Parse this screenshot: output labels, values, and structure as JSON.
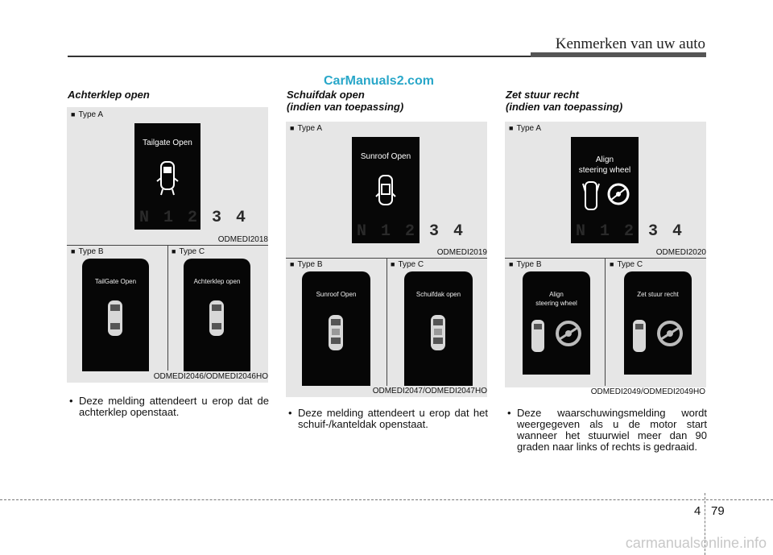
{
  "header": {
    "title": "Kenmerken van uw auto"
  },
  "watermark_top": "CarManuals2.com",
  "watermark_bottom": "carmanualsonline.info",
  "page": {
    "chapter": "4",
    "number": "79"
  },
  "type_labels": {
    "a": "Type A",
    "b": "Type B",
    "c": "Type C"
  },
  "gauge_text": "N 1 2 3 4",
  "sections": [
    {
      "title": "Achterklep open",
      "screen_a": "Tailgate Open",
      "code_a": "ODMEDI2018",
      "screen_b": "TailGate Open",
      "screen_c": "Achterklep open",
      "code_bc": "ODMEDI2046/ODMEDI2046HO",
      "bullet": "Deze melding attendeert u erop dat de achterklep openstaat."
    },
    {
      "title": "Schuifdak open",
      "subtitle": "(indien van toepassing)",
      "screen_a": "Sunroof Open",
      "code_a": "ODMEDI2019",
      "screen_b": "Sunroof Open",
      "screen_c": "Schuifdak open",
      "code_bc": "ODMEDI2047/ODMEDI2047HO",
      "bullet": "Deze melding attendeert u erop dat het schuif-/kanteldak openstaat."
    },
    {
      "title": "Zet stuur recht",
      "subtitle": "(indien van toepassing)",
      "screen_a_line1": "Align",
      "screen_a_line2": "steering wheel",
      "code_a": "ODMEDI2020",
      "screen_b_line1": "Align",
      "screen_b_line2": "steering wheel",
      "screen_c": "Zet stuur recht",
      "code_bc": "ODMEDI2049/ODMEDI2049HO",
      "bullet": "Deze waarschuwingsmelding wordt weergegeven als u de motor start wanneer het stuurwiel meer dan 90 graden naar links of rechts is gedraaid."
    }
  ]
}
